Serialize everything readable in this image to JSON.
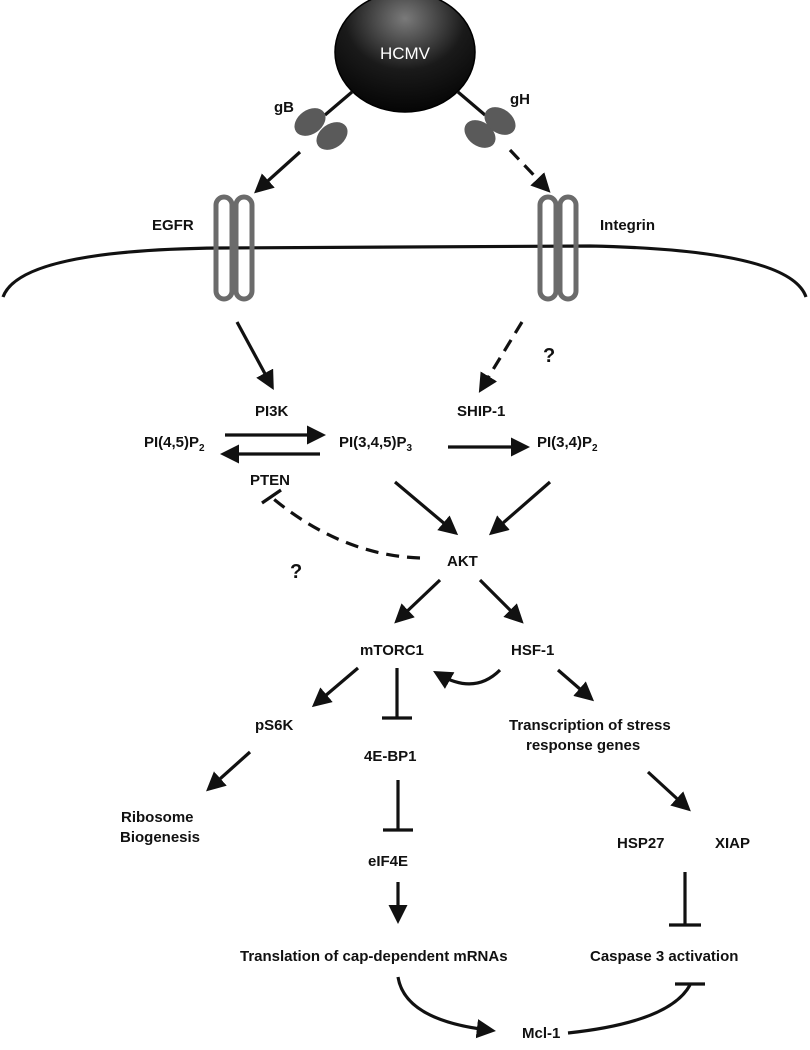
{
  "virus": {
    "label": "HCMV"
  },
  "glycoproteins": {
    "left": "gB",
    "right": "gH"
  },
  "receptors": {
    "left": "EGFR",
    "right": "Integrin"
  },
  "pathway": {
    "pi45p2": {
      "main": "PI(4,5)P",
      "sub": "2"
    },
    "pi345p3": {
      "main": "PI(3,4,5)P",
      "sub": "3"
    },
    "pi34p2": {
      "main": "PI(3,4)P",
      "sub": "2"
    },
    "pi3k": "PI3K",
    "pten": "PTEN",
    "ship1": "SHIP-1",
    "akt": "AKT",
    "mtorc1": "mTORC1",
    "hsf1": "HSF-1",
    "ps6k": "pS6K",
    "ribosome": {
      "line1": "Ribosome",
      "line2": "Biogenesis"
    },
    "ebp1": "4E-BP1",
    "eif4e": "eIF4E",
    "translation": "Translation of cap-dependent mRNAs",
    "transcription": {
      "line1": "Transcription of stress",
      "line2": "response genes"
    },
    "hsp27": "HSP27",
    "xiap": "XIAP",
    "caspase": "Caspase 3 activation",
    "mcl1": "Mcl-1",
    "unknown_integrin": "?",
    "unknown_pten": "?"
  },
  "colors": {
    "membrane": "#111111",
    "receptor": "#6b6b6b",
    "glycoprotein": "#5a5a5a",
    "virus_dark": "#050505",
    "virus_light": "#7a7a7a"
  }
}
